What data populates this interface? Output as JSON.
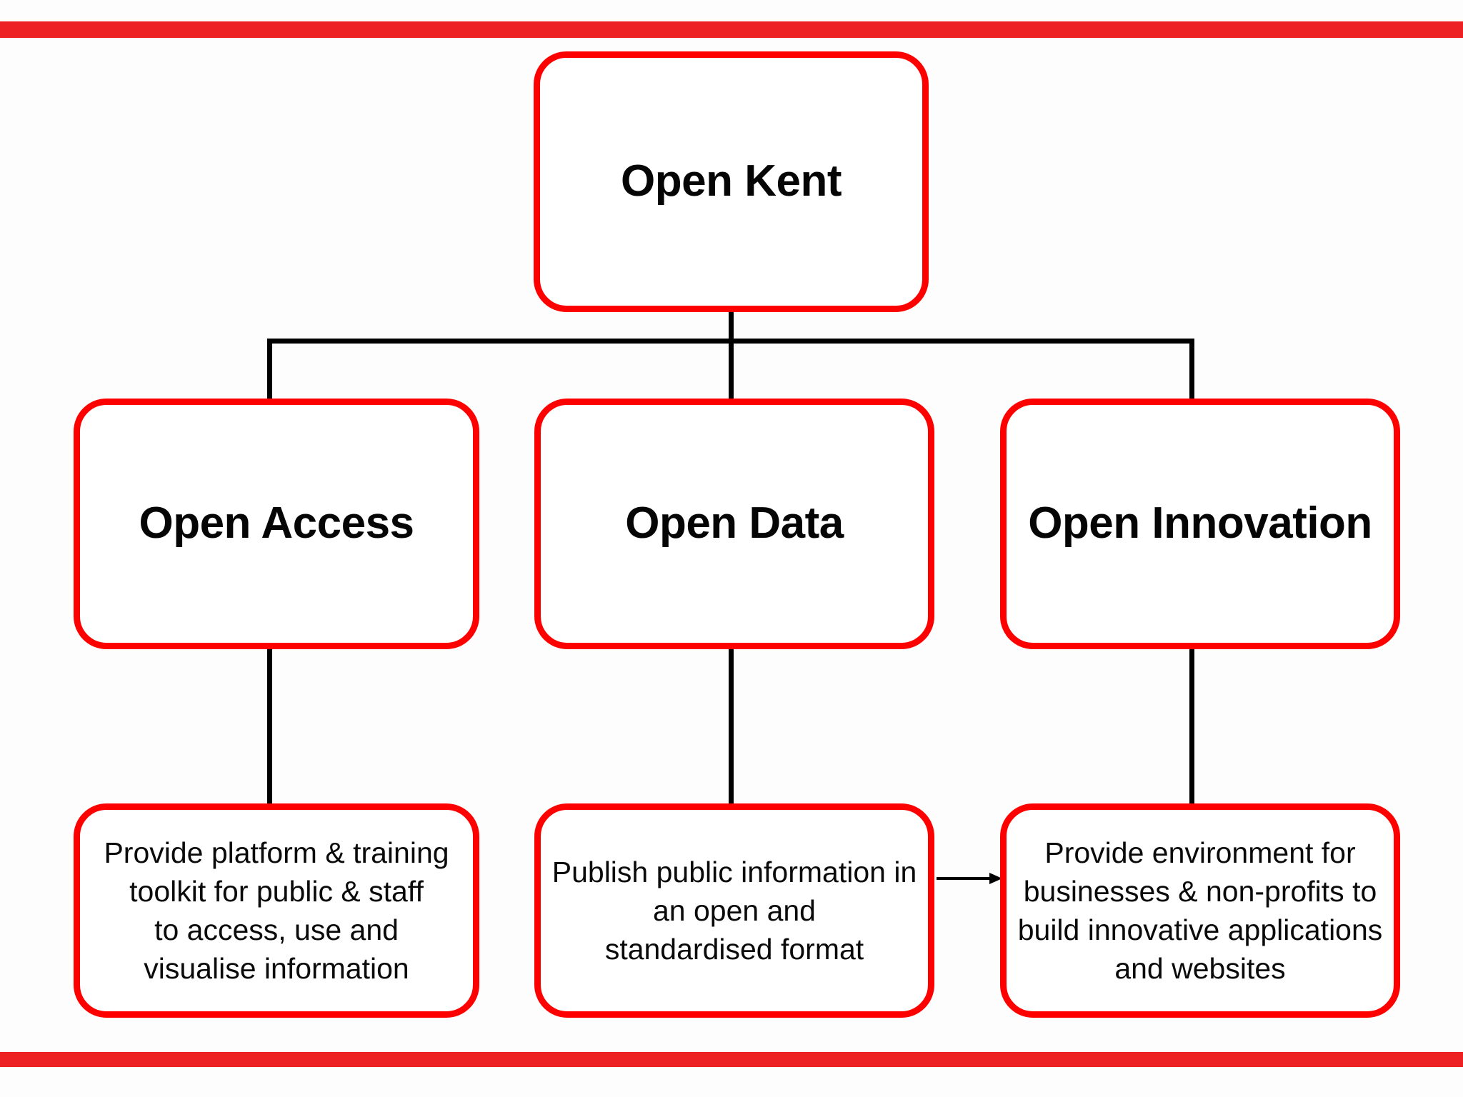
{
  "page": {
    "title": "Open Kent",
    "background_color": "#fdfdfd",
    "accent_color": "#ED2024",
    "box_border_color": "#FF0000",
    "connector_color": "#000000"
  },
  "decor": {
    "top_rule_label": "top-red-rule",
    "bottom_rule_label": "bottom-red-rule"
  },
  "diagram": {
    "type": "hierarchy",
    "root": {
      "id": "open-kent",
      "label": "Open Kent"
    },
    "branches": [
      {
        "id": "open-access",
        "label": "Open Access",
        "description": "Provide platform & training\ntoolkit for public & staff\nto access, use and\nvisualise information"
      },
      {
        "id": "open-data",
        "label": "Open Data",
        "description": "Publish public information in\nan open and\nstandardised format"
      },
      {
        "id": "open-innovation",
        "label": "Open Innovation",
        "description": "Provide environment for\nbusinesses & non-profits to\nbuild innovative applications\nand websites"
      }
    ],
    "edges": [
      {
        "from": "open-kent",
        "to": "open-access",
        "style": "plain"
      },
      {
        "from": "open-kent",
        "to": "open-data",
        "style": "plain"
      },
      {
        "from": "open-kent",
        "to": "open-innovation",
        "style": "plain"
      },
      {
        "from": "open-access",
        "to": "open-access-description",
        "style": "plain"
      },
      {
        "from": "open-data",
        "to": "open-data-description",
        "style": "plain"
      },
      {
        "from": "open-innovation",
        "to": "open-innovation-description",
        "style": "plain"
      },
      {
        "from": "open-data-description",
        "to": "open-innovation-description",
        "style": "arrow"
      }
    ]
  }
}
